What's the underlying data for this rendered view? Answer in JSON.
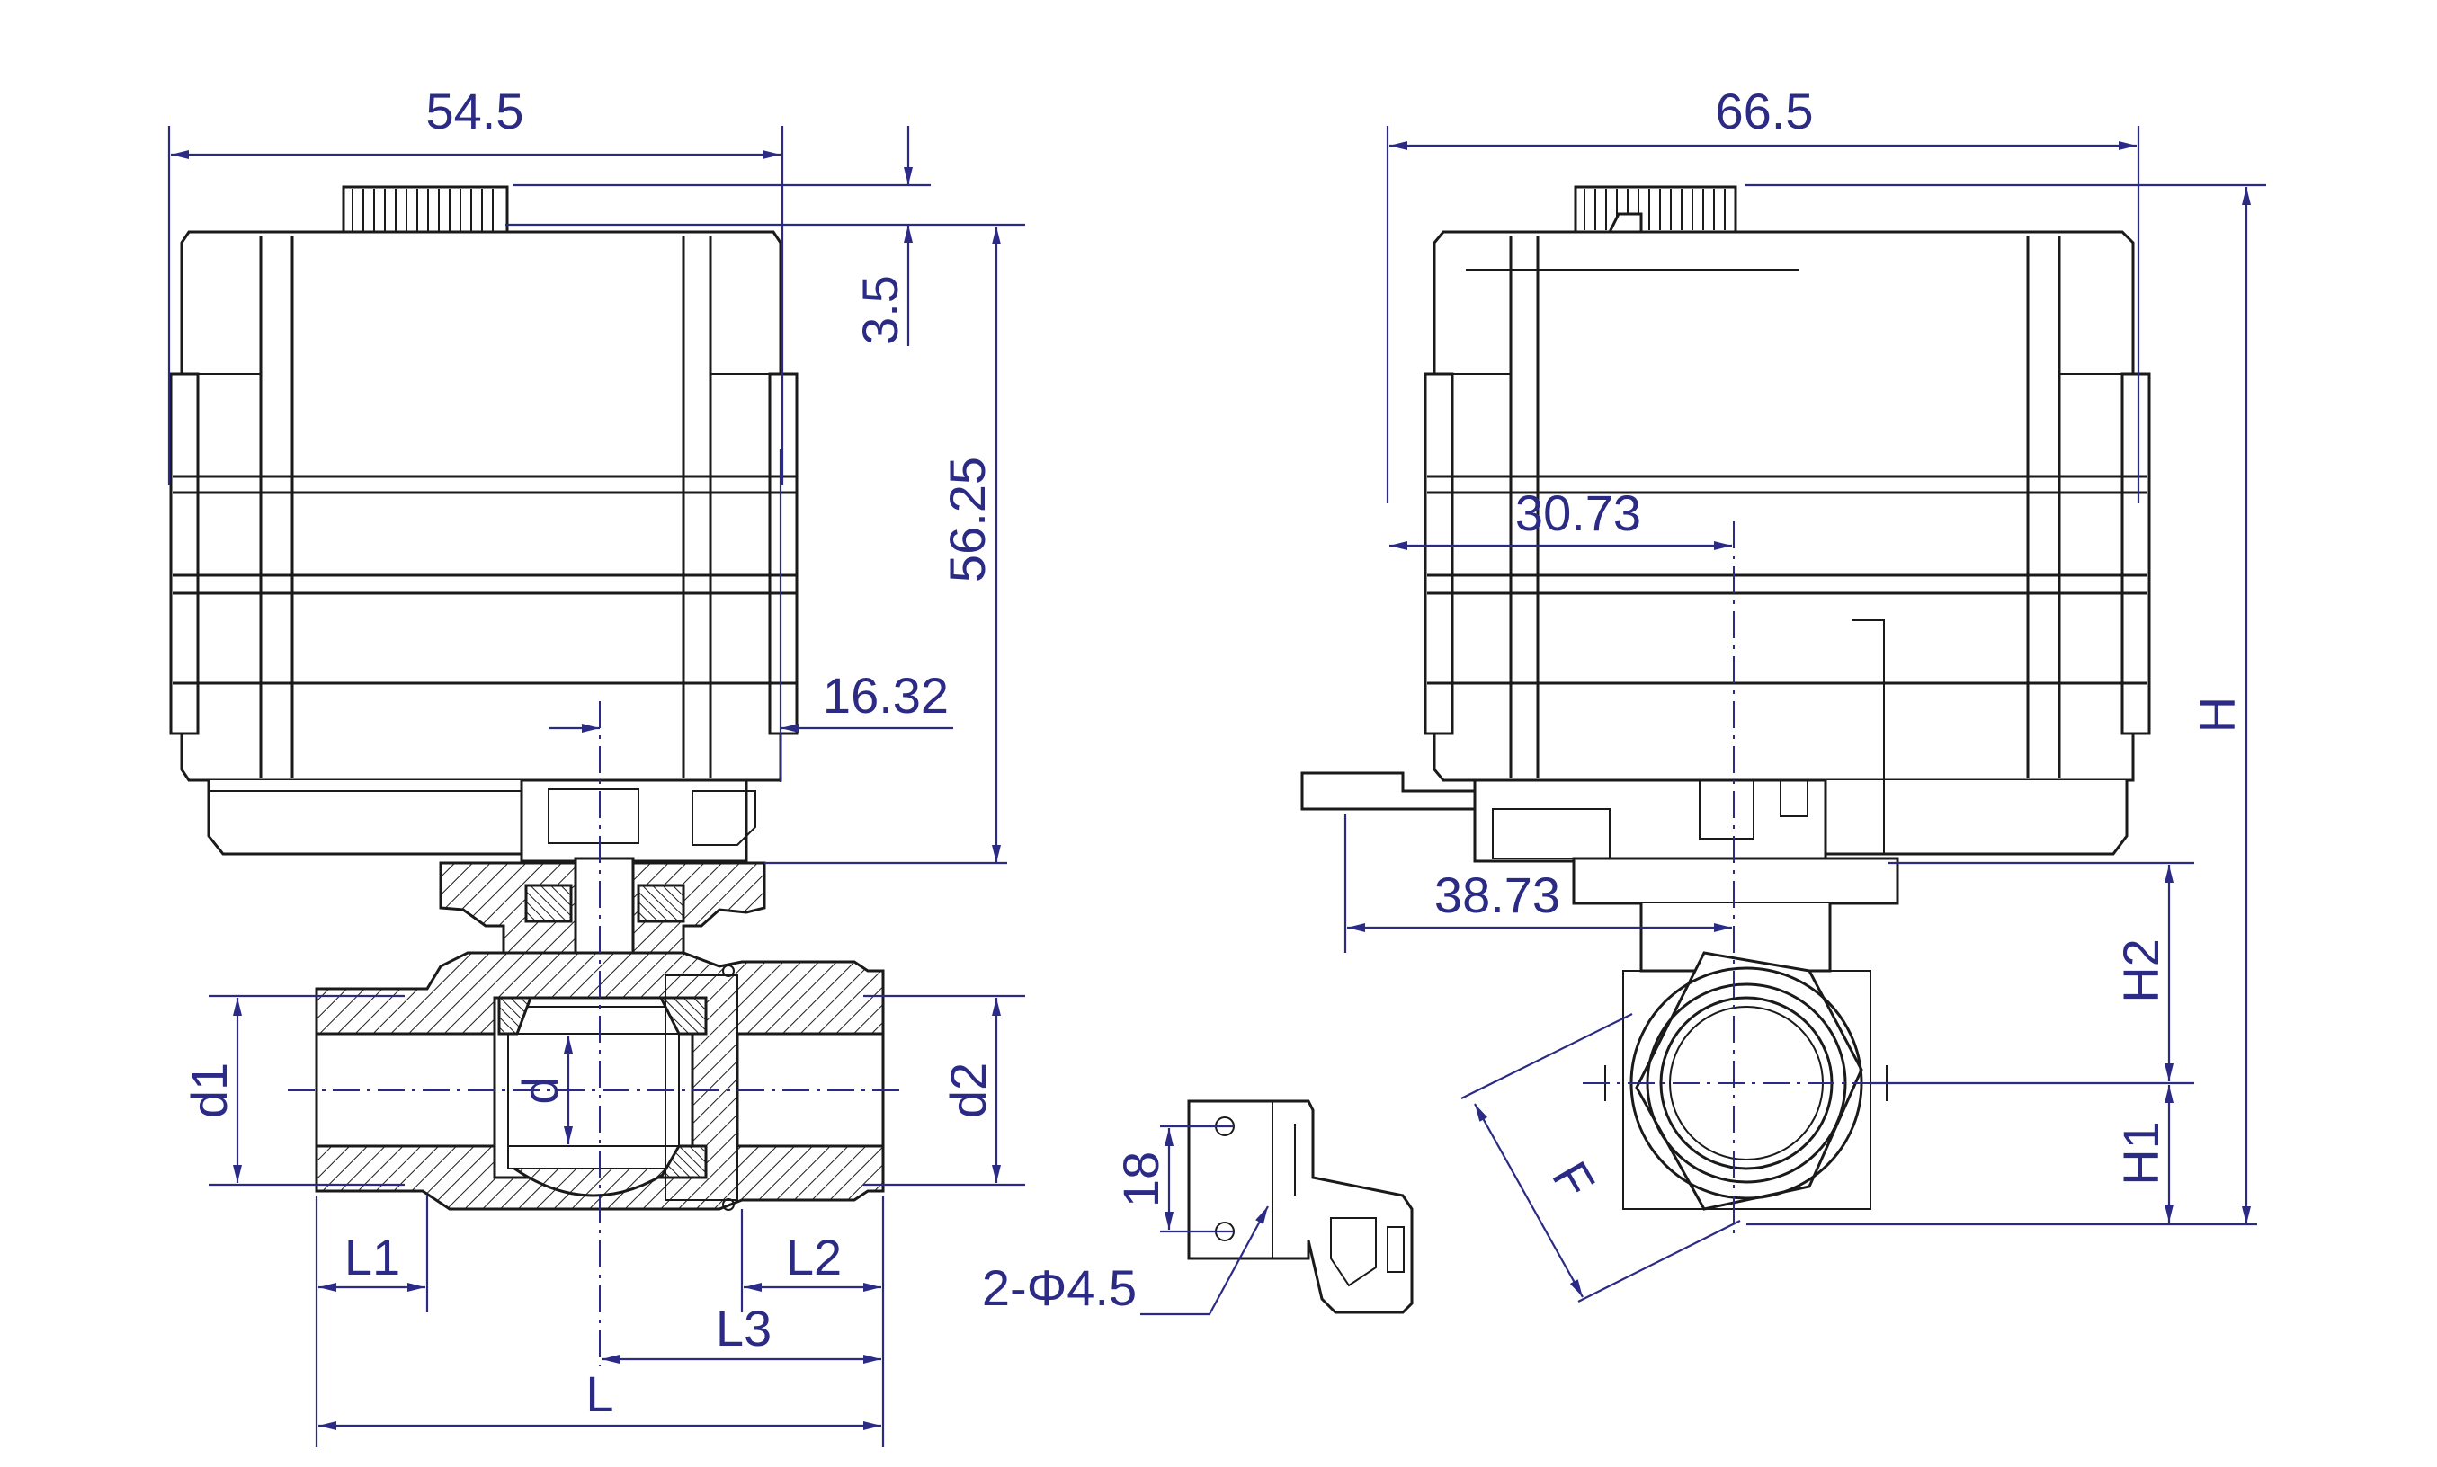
{
  "dimensions": {
    "front_width": "54.5",
    "knob_offset": "3.5",
    "front_height": "56.25",
    "stem_offset": "16.32",
    "side_width": "66.5",
    "side_axis_offset": "30.73",
    "side_bracket_offset": "38.73",
    "total_height": "H",
    "upper_height": "H2",
    "lower_height": "H1",
    "across_flats": "F",
    "inlet_diameter": "d1",
    "bore_diameter": "d",
    "outlet_diameter": "d2",
    "inlet_length": "L1",
    "outlet_length": "L2",
    "half_length": "L3",
    "overall_length": "L",
    "bracket_hole_spacing": "18",
    "bracket_holes": "2-Φ4.5"
  },
  "colors": {
    "dimension_line": "#2b2b86",
    "outline": "#1a1a1a"
  }
}
